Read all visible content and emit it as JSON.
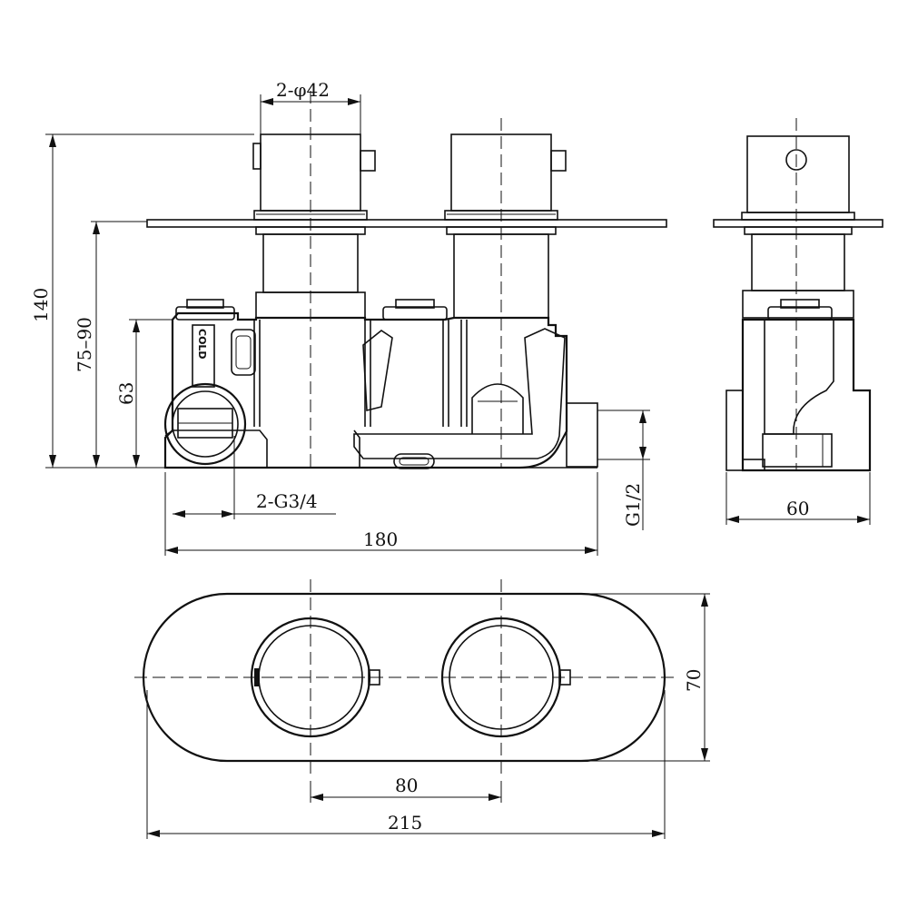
{
  "dimensions": {
    "knob_diameter": "2-φ42",
    "total_height": "140",
    "outlet_height": "75–90",
    "inlet_height": "63",
    "inlet_thread": "2-G3/4",
    "body_width": "180",
    "outlet_thread": "G1/2",
    "side_depth": "60",
    "plate_width": "215",
    "plate_height": "70",
    "knob_spacing": "80"
  },
  "labels": {
    "cold": "COLD"
  },
  "views": [
    "front-elevation",
    "side-elevation",
    "faceplate-front"
  ]
}
